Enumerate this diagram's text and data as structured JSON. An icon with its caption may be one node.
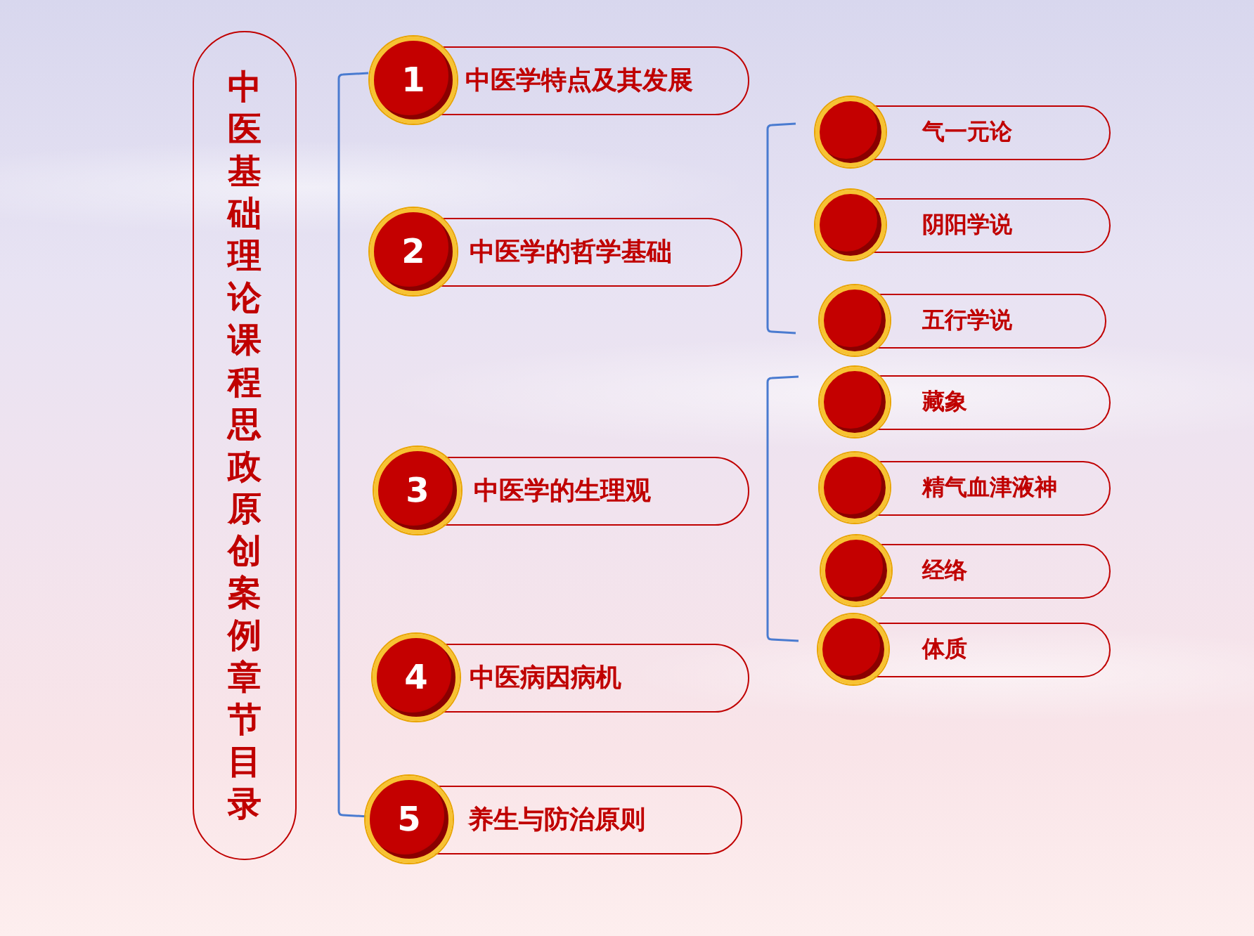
{
  "diagram": {
    "nodes": [
      {
        "text": [
          "中医基础理论课程思政原创案例章节目录"
        ]
      },
      {
        "text": [
          "1",
          "中医学特点及其发展"
        ]
      },
      {
        "text": [
          "2",
          "中医学的哲学基础"
        ]
      },
      {
        "text": [
          "3",
          "中医学的生理观"
        ]
      },
      {
        "text": [
          "4",
          "中医病因病机"
        ]
      },
      {
        "text": [
          "5",
          "养生与防治原则"
        ]
      },
      {
        "text": [
          "气一元论"
        ]
      },
      {
        "text": [
          "阴阳学说"
        ]
      },
      {
        "text": [
          "五行学说"
        ]
      },
      {
        "text": [
          "藏象"
        ]
      },
      {
        "text": [
          "精气血津液神"
        ]
      },
      {
        "text": [
          "经络"
        ]
      },
      {
        "text": [
          "体质"
        ]
      }
    ]
  }
}
